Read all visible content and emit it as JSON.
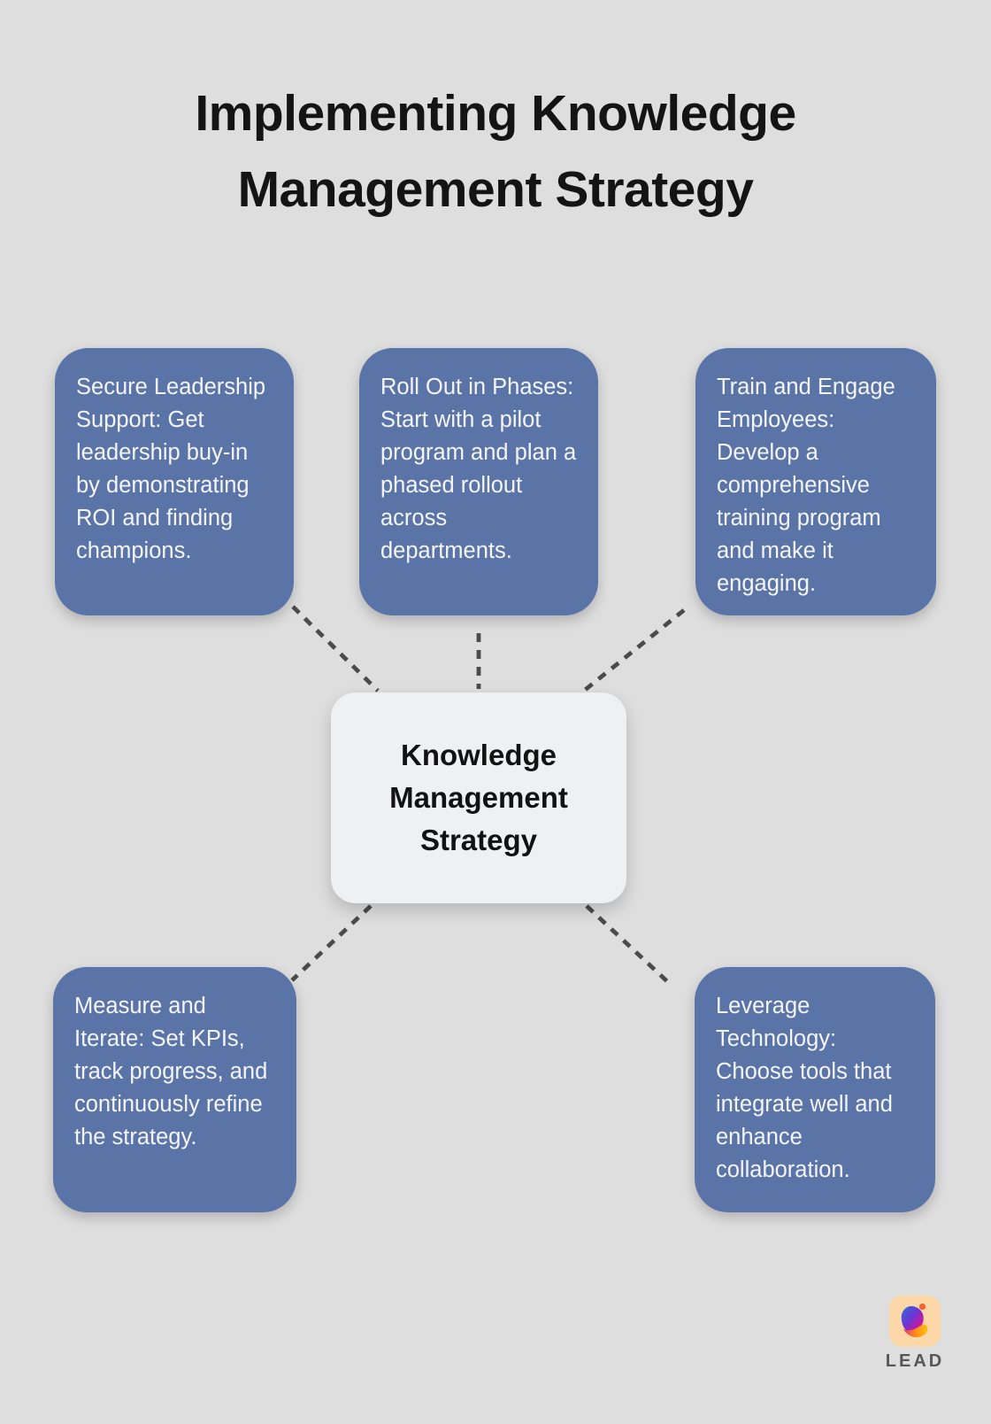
{
  "title": {
    "text": "Implementing Knowledge Management Strategy"
  },
  "center": {
    "label": "Knowledge Management Strategy"
  },
  "nodes": [
    {
      "id": "secure-leadership-support",
      "text": "Secure Leadership Support: Get leadership buy-in by demonstrating ROI and finding champions."
    },
    {
      "id": "roll-out-in-phases",
      "text": "Roll Out in Phases: Start with a pilot program and plan a phased rollout across departments."
    },
    {
      "id": "train-and-engage-employees",
      "text": "Train and Engage Employees: Develop a comprehensive training program and make it engaging."
    },
    {
      "id": "measure-and-iterate",
      "text": "Measure and Iterate: Set KPIs, track progress, and continuously refine the strategy."
    },
    {
      "id": "leverage-technology",
      "text": "Leverage Technology: Choose tools that integrate well and enhance collaboration."
    }
  ],
  "logo": {
    "label": "LEAD"
  },
  "colors": {
    "background": "#dedede",
    "title": "#141414",
    "node_fill": "#5b74a8",
    "node_text": "#f3f5f8",
    "center_fill": "#eef0f2",
    "center_text": "#121212",
    "connector": "#4b4b4b",
    "logo_badge": "#fcd7a7",
    "logo_text": "#57575a",
    "logo_dot": "#f2622e"
  }
}
